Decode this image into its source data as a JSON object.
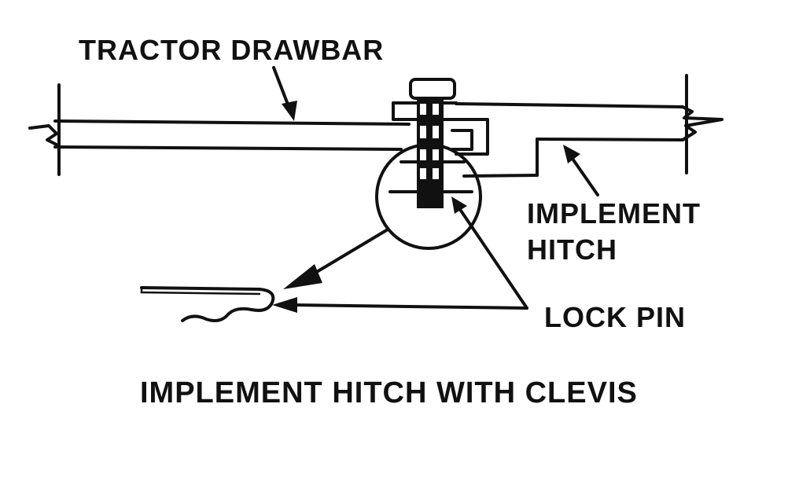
{
  "labels": {
    "tractor_drawbar": "TRACTOR DRAWBAR",
    "implement_hitch_line1": "IMPLEMENT",
    "implement_hitch_line2": "HITCH",
    "lock_pin": "LOCK PIN"
  },
  "caption": "IMPLEMENT HITCH WITH CLEVIS",
  "colors": {
    "ink": "#111111",
    "paper": "#ffffff"
  }
}
